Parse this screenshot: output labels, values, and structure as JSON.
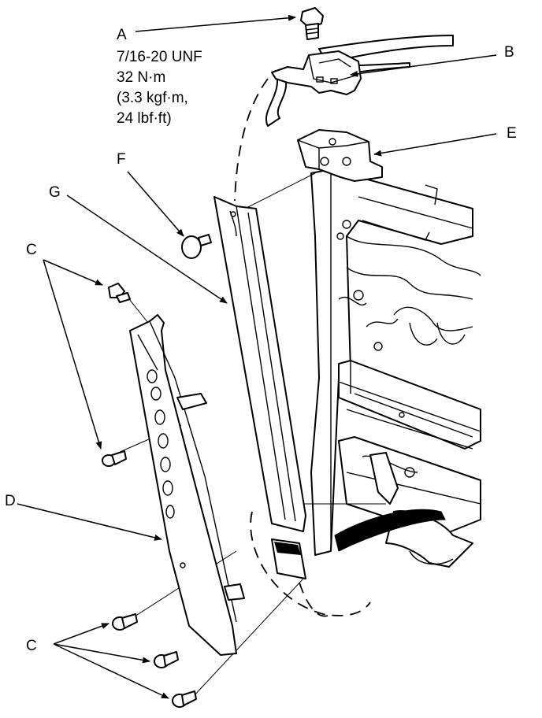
{
  "labels": {
    "a": "A",
    "b": "B",
    "c_top": "C",
    "c_bottom": "C",
    "d": "D",
    "e": "E",
    "f": "F",
    "g": "G"
  },
  "spec_a": {
    "thread": "7/16-20 UNF",
    "torque_nm": "32 N·m",
    "torque_kgfm": "(3.3 kgf·m,",
    "torque_lbfft": "24 lbf·ft)"
  }
}
